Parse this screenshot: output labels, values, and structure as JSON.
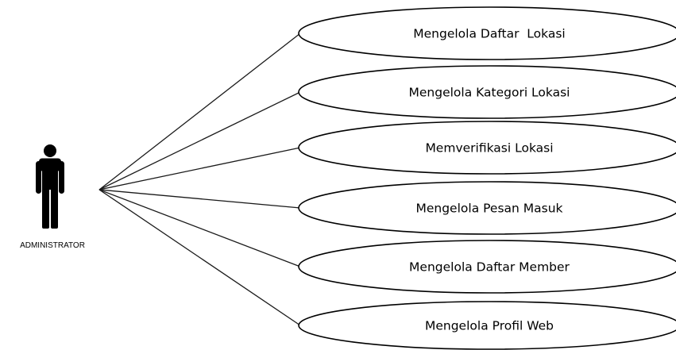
{
  "actor": {
    "label": "ADMINISTRATOR",
    "icon": "stick-figure-actor-icon"
  },
  "use_cases": [
    {
      "label": "Mengelola Daftar  Lokasi"
    },
    {
      "label": "Mengelola Kategori Lokasi"
    },
    {
      "label": "Memverifikasi Lokasi"
    },
    {
      "label": "Mengelola Pesan Masuk"
    },
    {
      "label": "Mengelola Daftar Member"
    },
    {
      "label": "Mengelola Profil Web"
    }
  ],
  "colors": {
    "stroke": "#000000",
    "background": "#ffffff"
  }
}
